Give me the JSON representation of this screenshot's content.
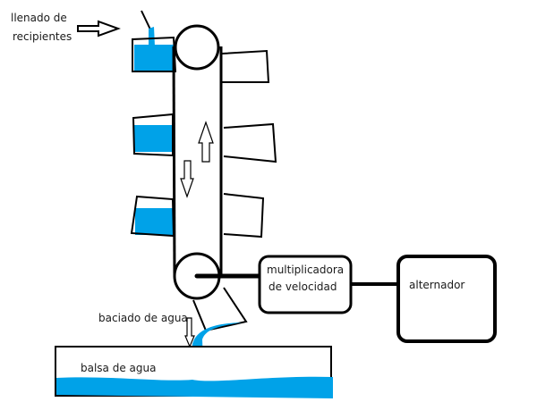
{
  "labels": {
    "filling_line1": "llenado de",
    "filling_line2": "recipientes",
    "discharge": "baciado de agua",
    "pool": "balsa de agua",
    "multiplier_line1": "multiplicadora",
    "multiplier_line2": "de velocidad",
    "alternator": "alternador"
  },
  "colors": {
    "water": "#00a2e8",
    "line": "#000000"
  }
}
